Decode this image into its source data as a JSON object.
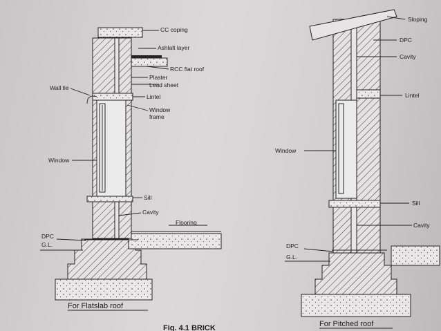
{
  "figure": {
    "header_fragment": "Fig. 4.1 BRICK",
    "left": {
      "caption": "For Flatslab roof",
      "labels": {
        "cc_coping": "CC coping",
        "ashlait_layer": "Ashlalt layer",
        "rcc_flat_roof": "RCC flat roof",
        "plaster": "Plaster",
        "lead_sheet": "Lead sheet",
        "wall_tie": "Wall tie",
        "lintel": "Lintel",
        "window_frame_1": "Window",
        "window_frame_2": "frame",
        "window": "Window",
        "sill": "Sill",
        "cavity": "Cavity",
        "flooring": "Flooring",
        "dpc": "DPC",
        "gl": "G.L."
      }
    },
    "right": {
      "caption": "For Pitched roof",
      "labels": {
        "slope": "Sloping",
        "dpc_top": "DPC",
        "cavity_top": "Cavity",
        "lintel": "Lintel",
        "window": "Window",
        "sill": "Sill",
        "cavity": "Cavity",
        "dpc": "DPC",
        "gl": "G.L."
      }
    }
  }
}
